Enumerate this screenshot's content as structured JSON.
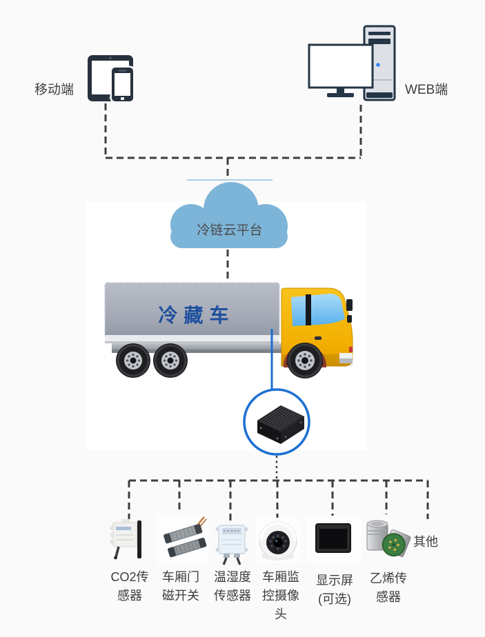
{
  "palette": {
    "background": "#fafafa",
    "panel": "#ffffff",
    "dashed_line": "#3d3d3d",
    "accent_blue": "#1b6fd3",
    "cloud_blue": "#7db5d9",
    "truck_yellow": "#f5b90e",
    "truck_text_blue": "#1d4f9e",
    "label_text": "#3c3c3c"
  },
  "nodes": {
    "mobile": {
      "label": "移动端",
      "icon": "tablet-phone-icon"
    },
    "web": {
      "label": "WEB端",
      "icon": "desktop-computer-icon"
    },
    "cloud": {
      "label": "冷链云平台",
      "icon": "cloud-icon"
    },
    "truck": {
      "label": "冷藏车",
      "icon": "refrigerated-truck-icon"
    },
    "terminal": {
      "icon": "vehicle-terminal-box-icon"
    }
  },
  "sensors": [
    {
      "name": "co2-sensor",
      "label": "CO2传\n感器"
    },
    {
      "name": "door-magnet-switch",
      "label": "车厢门\n磁开关"
    },
    {
      "name": "temperature-humidity-sensor",
      "label": "温湿度\n传感器"
    },
    {
      "name": "cabin-camera",
      "label": "车厢监\n控摄像\n头"
    },
    {
      "name": "display-screen",
      "label": "显示屏\n(可选)"
    },
    {
      "name": "ethylene-sensor",
      "label": "乙烯传\n感器"
    },
    {
      "name": "other",
      "label": "其他"
    }
  ]
}
